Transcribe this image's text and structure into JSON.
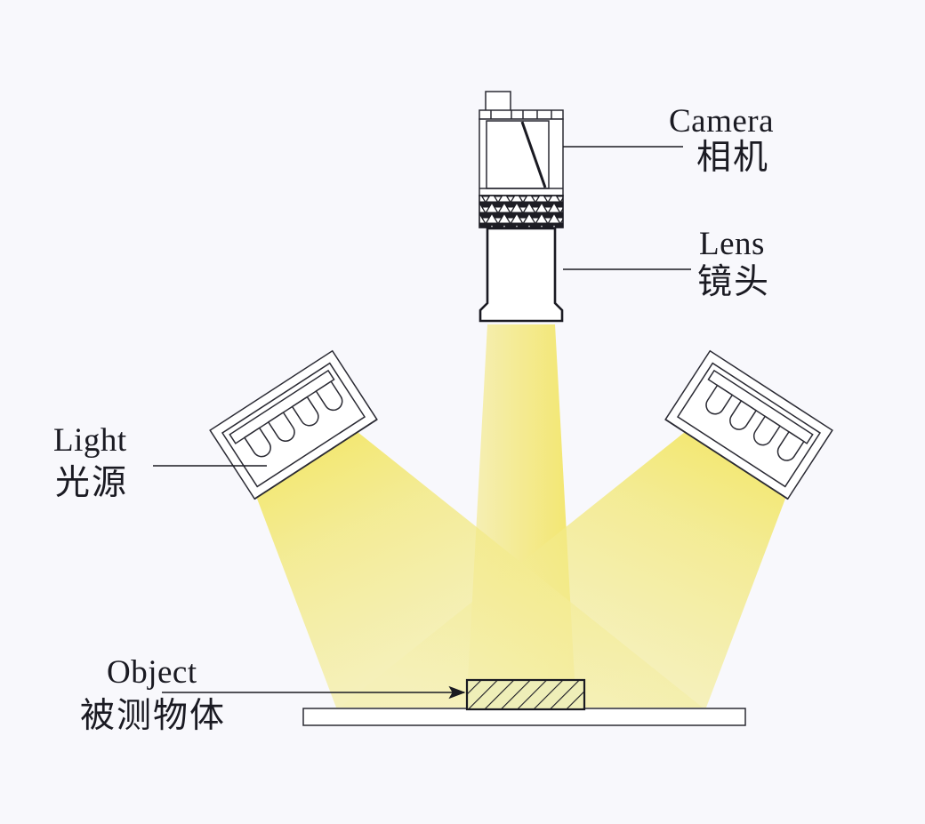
{
  "diagram": {
    "title": "Machine Vision Inspection Setup",
    "background_color": "#f8f8fc",
    "line_color": "#1a1a22",
    "beam_color": "#f3e96a",
    "object_fill": "#eeeeb8"
  },
  "labels": {
    "camera": {
      "en": "Camera",
      "zh": "相机"
    },
    "lens": {
      "en": "Lens",
      "zh": "镜头"
    },
    "light": {
      "en": "Light",
      "zh": "光源"
    },
    "object": {
      "en": "Object",
      "zh": "被测物体"
    }
  },
  "components": {
    "camera": {
      "name": "camera-body",
      "bulb_count": 0
    },
    "lens": {
      "name": "lens-barrel"
    },
    "light_left": {
      "name": "light-source-left",
      "bulb_count": 4,
      "angle_deg": -33
    },
    "light_right": {
      "name": "light-source-right",
      "bulb_count": 4,
      "angle_deg": 33
    },
    "object": {
      "name": "inspected-object",
      "hatched": true
    },
    "stage": {
      "name": "work-platform"
    }
  }
}
